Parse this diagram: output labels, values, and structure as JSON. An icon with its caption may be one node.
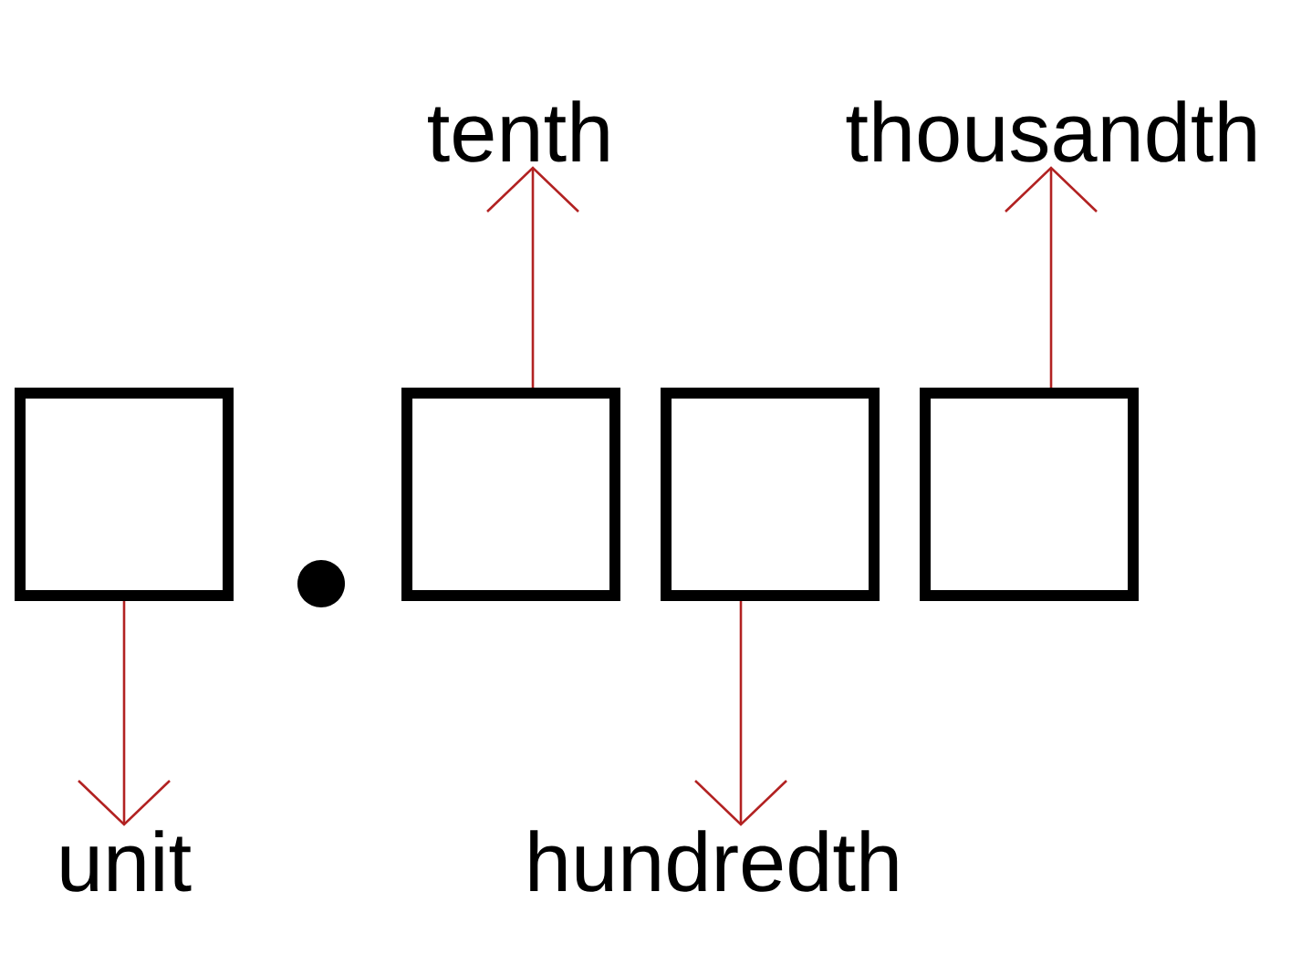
{
  "diagram": {
    "nodes": [
      {
        "text": [
          "tenth"
        ]
      },
      {
        "text": [
          "thousandth"
        ]
      },
      {
        "text": [],
        "shape": "box"
      },
      {
        "text": [],
        "shape": "box"
      },
      {
        "text": [],
        "shape": "box"
      },
      {
        "text": [],
        "shape": "box"
      },
      {
        "text": [
          "unit"
        ]
      },
      {
        "text": [
          "hundredth"
        ]
      }
    ],
    "edges": [
      {
        "from": 2,
        "to": 6,
        "arrow": "to"
      },
      {
        "from": 3,
        "to": 0,
        "arrow": "to"
      },
      {
        "from": 4,
        "to": 7,
        "arrow": "to"
      },
      {
        "from": 5,
        "to": 1,
        "arrow": "to"
      }
    ]
  }
}
